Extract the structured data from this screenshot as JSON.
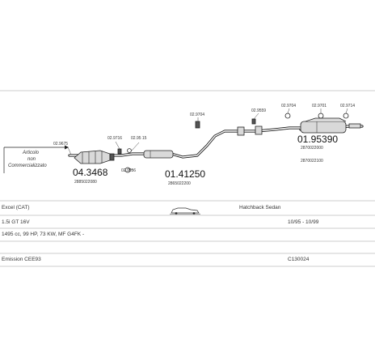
{
  "diagram": {
    "legend": {
      "line1": "Articolo",
      "line2": "non",
      "line3": "Commercializzato"
    },
    "part_labels": [
      {
        "id": "02.9675",
        "text": "02.9675"
      },
      {
        "id": "02.9716",
        "text": "02.9716"
      },
      {
        "id": "02.9515",
        "text": "02.95 15"
      },
      {
        "id": "02.9556",
        "text": "02.9556"
      },
      {
        "id": "02.9704",
        "text": "02.9704"
      },
      {
        "id": "02.9559",
        "text": "02.9559"
      },
      {
        "id": "02.9704b",
        "text": "02.9704"
      },
      {
        "id": "02.9701",
        "text": "02.9701"
      },
      {
        "id": "02.9714",
        "text": "02.9714"
      }
    ],
    "components": [
      {
        "code": "04.3468",
        "oem": "2885022080"
      },
      {
        "code": "01.41250",
        "oem": "2865022200"
      },
      {
        "code": "01.95390",
        "oem": "2870022000",
        "oem2": "2870022100"
      }
    ]
  },
  "info": {
    "model": "Excel (CAT)",
    "body": "Hatchback Sedan",
    "engine": "1.5i GT 16V",
    "years": "10/95 - 10/99",
    "spec": "1495 cc, 99 HP, 73 KW, MF G4FK -",
    "emission": "Emission CEE93",
    "ref": "C130024"
  }
}
